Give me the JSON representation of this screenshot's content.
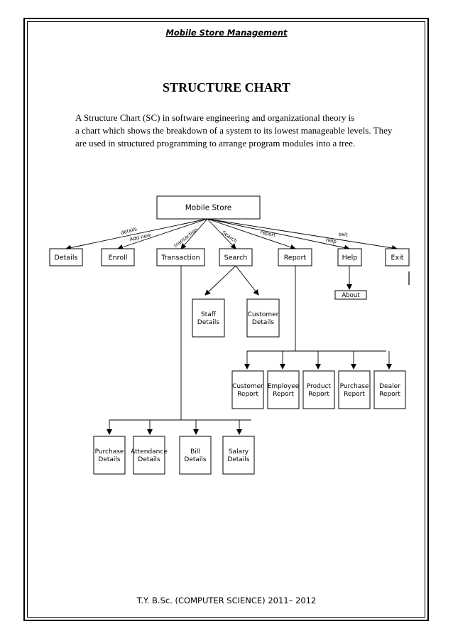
{
  "header": {
    "title": "Mobile Store Management"
  },
  "heading": "STRUCTURE CHART",
  "paragraph": {
    "lines": [
      "A Structure Chart (SC) in software engineering and organizational theory is",
      "a chart which shows the breakdown of a system to its lowest manageable levels. They",
      "are used in structured programming to arrange program modules into a tree."
    ]
  },
  "diagram": {
    "root": "Mobile Store",
    "modules": [
      "Details",
      "Enroll",
      "Transaction",
      "Search",
      "Report",
      "Help",
      "Exit"
    ],
    "edge_labels": [
      "details",
      "Add new",
      "transaction",
      "Search",
      "report",
      "help",
      "exit"
    ],
    "help_children": [
      "About"
    ],
    "search_children": [
      [
        "Staff",
        "Details"
      ],
      [
        "Customer",
        "Details"
      ]
    ],
    "report_children": [
      [
        "Customer",
        "Report"
      ],
      [
        "Employee",
        "Report"
      ],
      [
        "Product",
        "Report"
      ],
      [
        "Purchase",
        "Report"
      ],
      [
        "Dealer",
        "Report"
      ]
    ],
    "transaction_children": [
      [
        "Purchase",
        "Details"
      ],
      [
        "Attendance",
        "Details"
      ],
      [
        "Bill",
        "Details"
      ],
      [
        "Salary",
        "Details"
      ]
    ]
  },
  "footer": {
    "text": "T.Y. B.Sc. (COMPUTER SCIENCE) 2011– 2012"
  }
}
